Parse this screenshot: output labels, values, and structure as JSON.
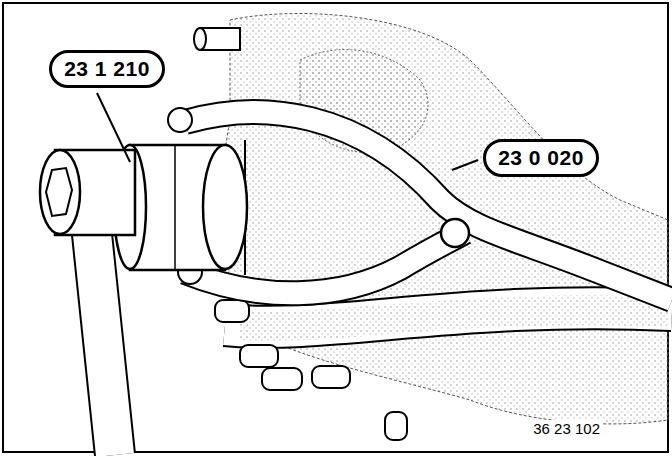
{
  "diagram": {
    "nodes": [
      {
        "text": [
          "23 1 210"
        ]
      },
      {
        "text": [
          "23 0 020"
        ]
      }
    ],
    "labels": [
      "36 23 102"
    ]
  }
}
